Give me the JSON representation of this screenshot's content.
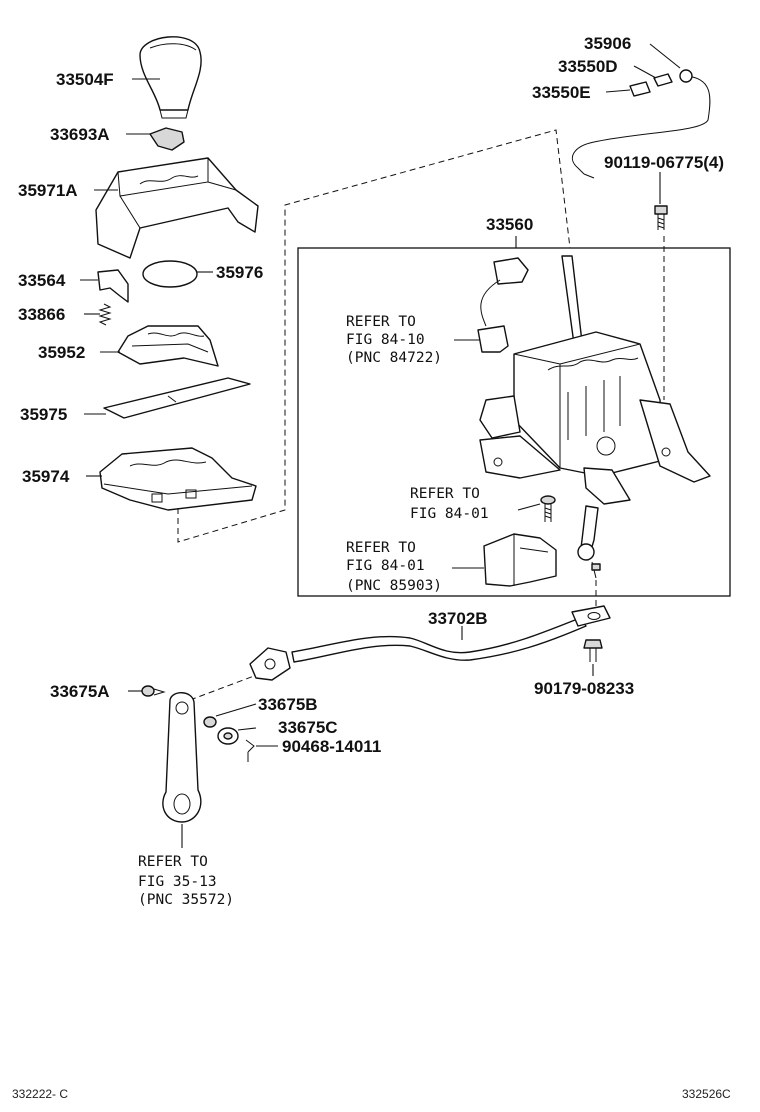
{
  "parts": {
    "p33504F": "33504F",
    "p33693A": "33693A",
    "p35971A": "35971A",
    "p33564": "33564",
    "p35976": "35976",
    "p33866": "33866",
    "p35952": "35952",
    "p35975": "35975",
    "p35974": "35974",
    "p35906": "35906",
    "p33550D": "33550D",
    "p33550E": "33550E",
    "p90119": "90119-06775(4)",
    "p33560": "33560",
    "p33702B": "33702B",
    "p90179": "90179-08233",
    "p33675A": "33675A",
    "p33675B": "33675B",
    "p33675C": "33675C",
    "p90468": "90468-14011"
  },
  "refs": {
    "ref1": [
      "REFER TO",
      "FIG 84-10",
      "(PNC 84722)"
    ],
    "ref2": [
      "REFER TO",
      "FIG 84-01"
    ],
    "ref3": [
      "REFER TO",
      "FIG 84-01",
      "(PNC 85903)"
    ],
    "ref4": [
      "REFER TO",
      "FIG 35-13",
      "(PNC 35572)"
    ]
  },
  "footer": {
    "left_code": "332222- C",
    "right_code": "332526C"
  }
}
